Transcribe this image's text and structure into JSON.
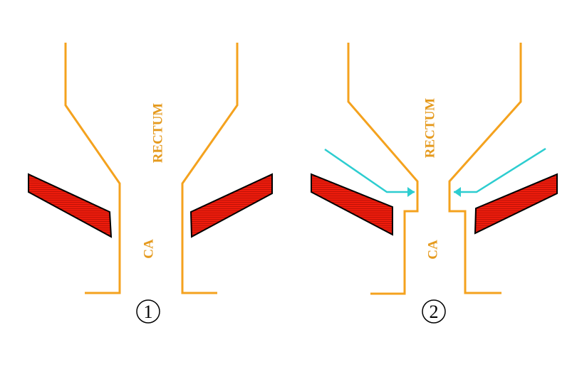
{
  "colors": {
    "wall": "#f4a21e",
    "muscle": "#ee1c0c",
    "arrow": "#2dcdd0",
    "outline": "#000000",
    "label": "#e59a1e"
  },
  "panels": [
    {
      "number": "1",
      "label_rectum": "RECTUM",
      "label_ca": "CA"
    },
    {
      "number": "2",
      "label_rectum": "RECTUM",
      "label_ca": "CA"
    }
  ]
}
